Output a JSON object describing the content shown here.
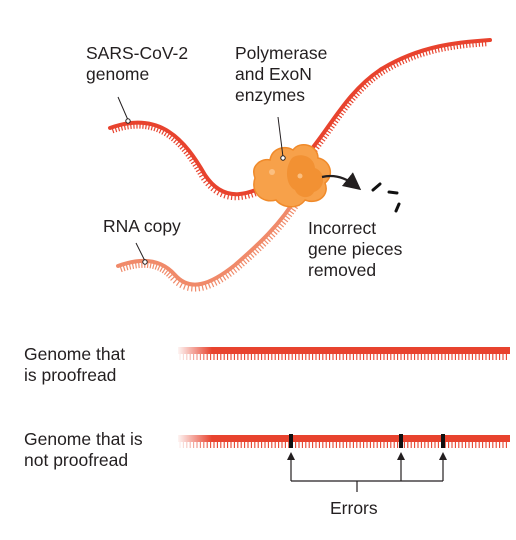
{
  "labels": {
    "genome": [
      "SARS-CoV-2",
      "genome"
    ],
    "enzymes": [
      "Polymerase",
      "and ExoN",
      "enzymes"
    ],
    "rna_copy": "RNA copy",
    "removed": [
      "Incorrect",
      "gene pieces",
      "removed"
    ],
    "proofread": [
      "Genome that",
      "is proofread"
    ],
    "not_proofread": [
      "Genome that is",
      "not proofread"
    ],
    "errors": "Errors"
  },
  "colors": {
    "genome_strand": "#e8432e",
    "rna_copy_strand": "#f08a6a",
    "enzyme": "#f7a14a",
    "enzyme_dark": "#f08a2a",
    "error_mark": "#111111",
    "leader_line": "#231f20"
  }
}
